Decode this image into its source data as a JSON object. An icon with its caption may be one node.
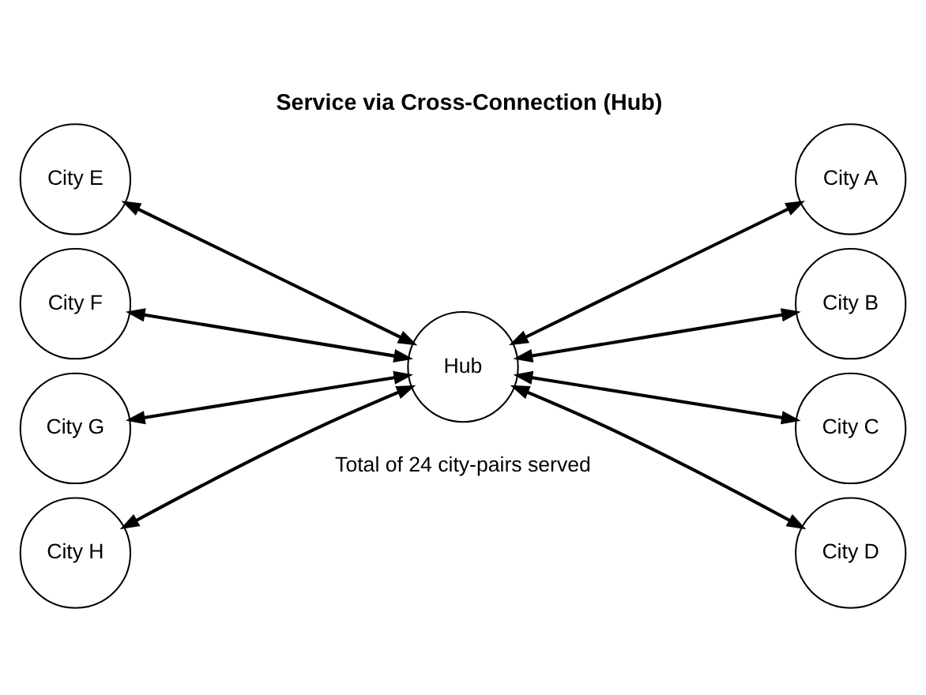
{
  "diagram": {
    "title": "Service via Cross-Connection (Hub)",
    "caption": "Total of 24 city-pairs served",
    "nodes": [
      {
        "text": [
          "City E"
        ]
      },
      {
        "text": [
          "City F"
        ]
      },
      {
        "text": [
          "City G"
        ]
      },
      {
        "text": [
          "City H"
        ]
      },
      {
        "text": [
          "Hub"
        ]
      },
      {
        "text": [
          "City A"
        ]
      },
      {
        "text": [
          "City B"
        ]
      },
      {
        "text": [
          "City C"
        ]
      },
      {
        "text": [
          "City D"
        ]
      }
    ],
    "edges": [
      {
        "from": 0,
        "to": 4,
        "arrow": "both"
      },
      {
        "from": 1,
        "to": 4,
        "arrow": "both"
      },
      {
        "from": 2,
        "to": 4,
        "arrow": "both"
      },
      {
        "from": 3,
        "to": 4,
        "arrow": "both"
      },
      {
        "from": 4,
        "to": 5,
        "arrow": "both"
      },
      {
        "from": 4,
        "to": 6,
        "arrow": "both"
      },
      {
        "from": 4,
        "to": 7,
        "arrow": "both"
      },
      {
        "from": 4,
        "to": 8,
        "arrow": "both"
      }
    ]
  }
}
